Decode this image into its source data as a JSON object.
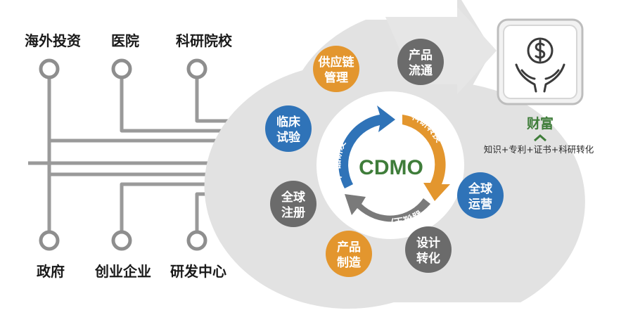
{
  "sources_top": [
    "海外投资",
    "医院",
    "科研院校"
  ],
  "sources_bottom": [
    "政府",
    "创业企业",
    "研发中心"
  ],
  "center": {
    "label": "CDMO",
    "arc_labels": [
      "产品研发",
      "科研转换",
      "器械生产"
    ]
  },
  "services": [
    {
      "key": "supply_chain",
      "lines": [
        "供应链",
        "管理"
      ],
      "color": "#e3962e"
    },
    {
      "key": "product_flow",
      "lines": [
        "产品",
        "流通"
      ],
      "color": "#6b6b6b"
    },
    {
      "key": "clinical_trial",
      "lines": [
        "临床",
        "试验"
      ],
      "color": "#2f73b8"
    },
    {
      "key": "global_ops",
      "lines": [
        "全球",
        "运营"
      ],
      "color": "#2f73b8"
    },
    {
      "key": "global_registration",
      "lines": [
        "全球",
        "注册"
      ],
      "color": "#6b6b6b"
    },
    {
      "key": "product_manufacturing",
      "lines": [
        "产品",
        "制造"
      ],
      "color": "#e3962e"
    },
    {
      "key": "design_transform",
      "lines": [
        "设计",
        "转化"
      ],
      "color": "#6b6b6b"
    }
  ],
  "wealth": {
    "title": "财富",
    "subtitle": "知识+专利+证书+科研转化",
    "icon": "money-hands-icon"
  },
  "colors": {
    "blue": "#2f73b8",
    "orange": "#e3962e",
    "gray": "#6b6b6b",
    "green": "#3f7d3a",
    "ring": "#e2e2e2",
    "line": "#9a9a9a"
  }
}
